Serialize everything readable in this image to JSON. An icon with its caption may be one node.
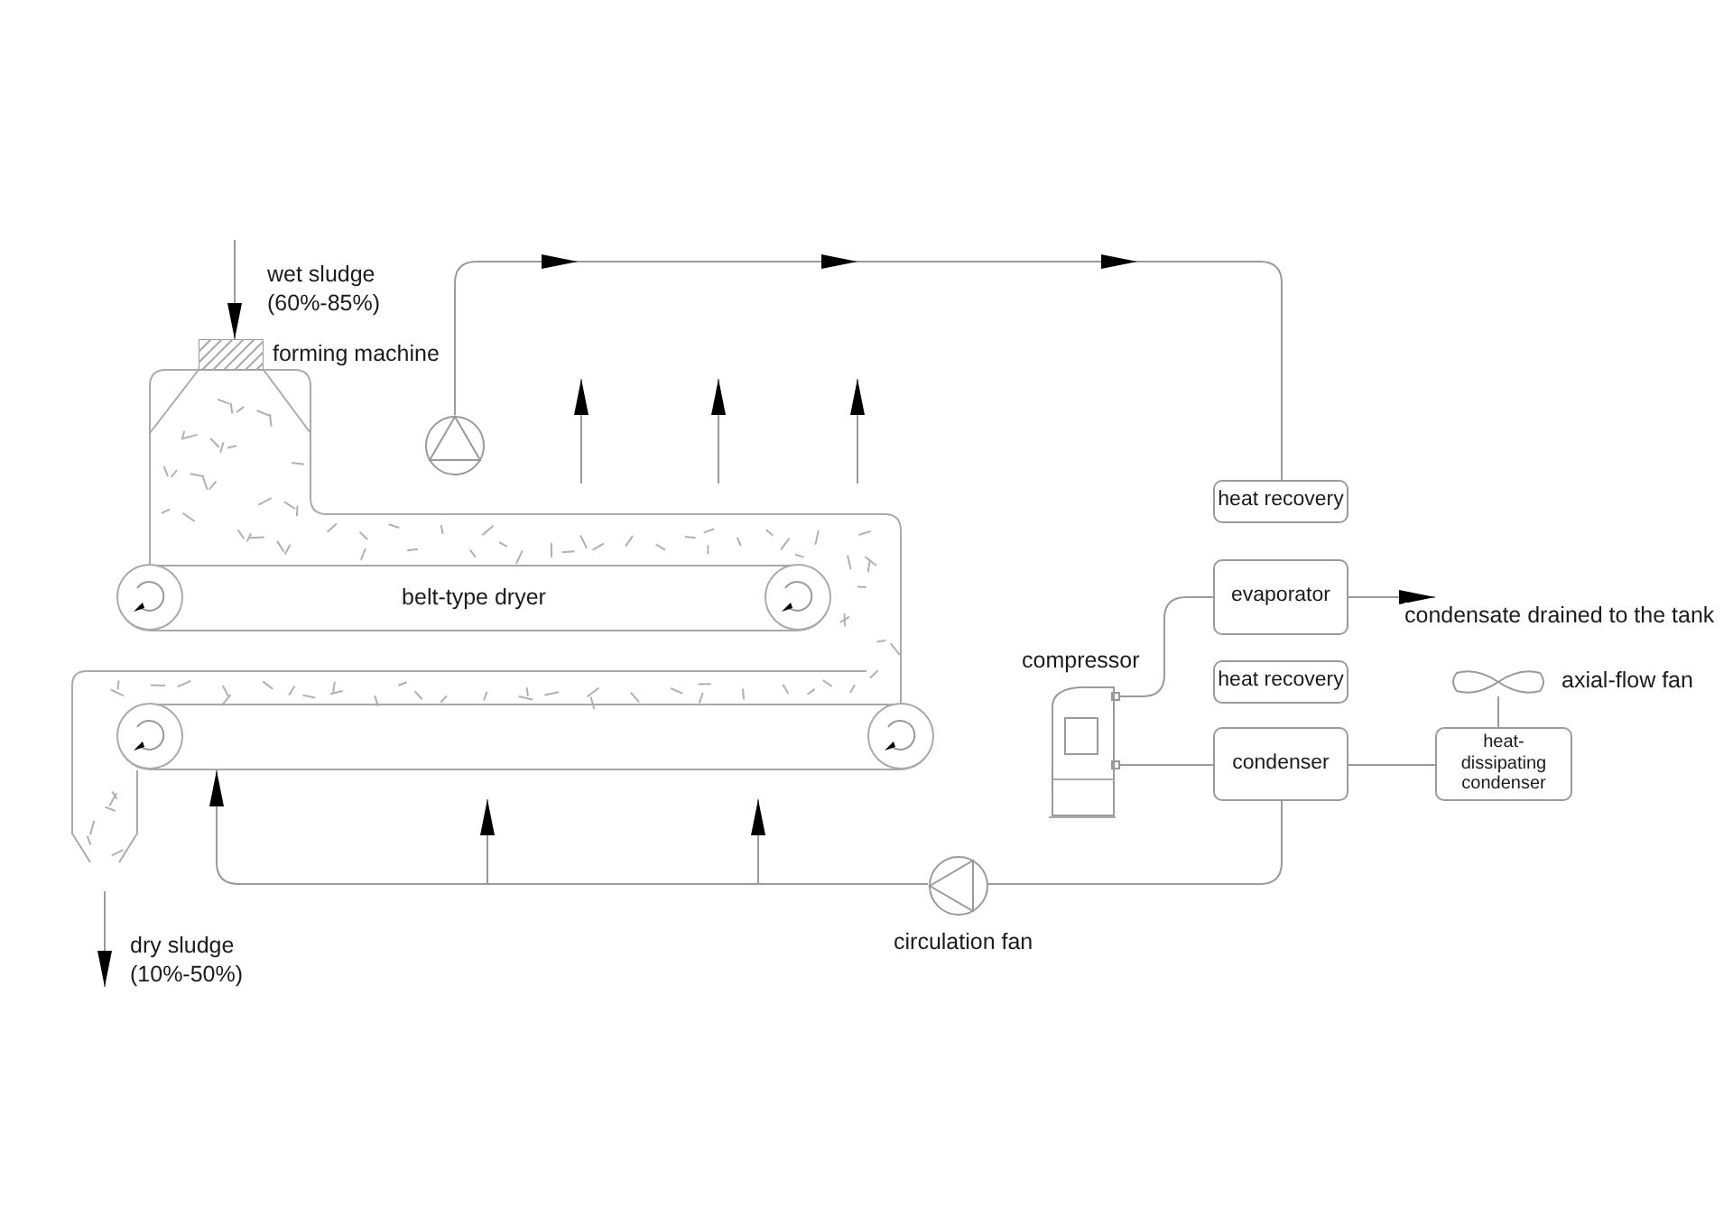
{
  "diagram": {
    "nodes": [
      {
        "text": [
          "forming machine"
        ]
      },
      {
        "text": [
          "belt-type dryer"
        ]
      },
      {
        "text": [],
        "shape": "bar"
      },
      {
        "text": [],
        "shape": "circle"
      },
      {
        "text": [
          "heat recovery"
        ]
      },
      {
        "text": [
          "evaporator"
        ]
      },
      {
        "text": [
          "compressor"
        ]
      },
      {
        "text": [
          "heat recovery"
        ]
      },
      {
        "text": [
          "condenser"
        ]
      },
      {
        "text": [
          "heat-dissipating condenser"
        ]
      },
      {
        "text": [
          "axial-flow fan"
        ]
      },
      {
        "text": [
          "circulation fan"
        ]
      }
    ],
    "edges": [
      {
        "from": null,
        "to": 0,
        "arrow": "to",
        "label": "wet sludge (60%-85%)"
      },
      {
        "from": 3,
        "to": 4,
        "arrow": "to"
      },
      {
        "from": 5,
        "to": null,
        "arrow": "to",
        "label": "condensate drained to the tank"
      },
      {
        "from": 6,
        "to": 5,
        "arrow": "none"
      },
      {
        "from": 6,
        "to": 8,
        "arrow": "none"
      },
      {
        "from": 8,
        "to": 9,
        "arrow": "none"
      },
      {
        "from": 10,
        "to": 9,
        "arrow": "none"
      },
      {
        "from": 8,
        "to": 11,
        "arrow": "none"
      },
      {
        "from": 11,
        "to": 2,
        "arrow": "to"
      }
    ],
    "labels": [
      "dry sludge (10%-50%)"
    ]
  }
}
